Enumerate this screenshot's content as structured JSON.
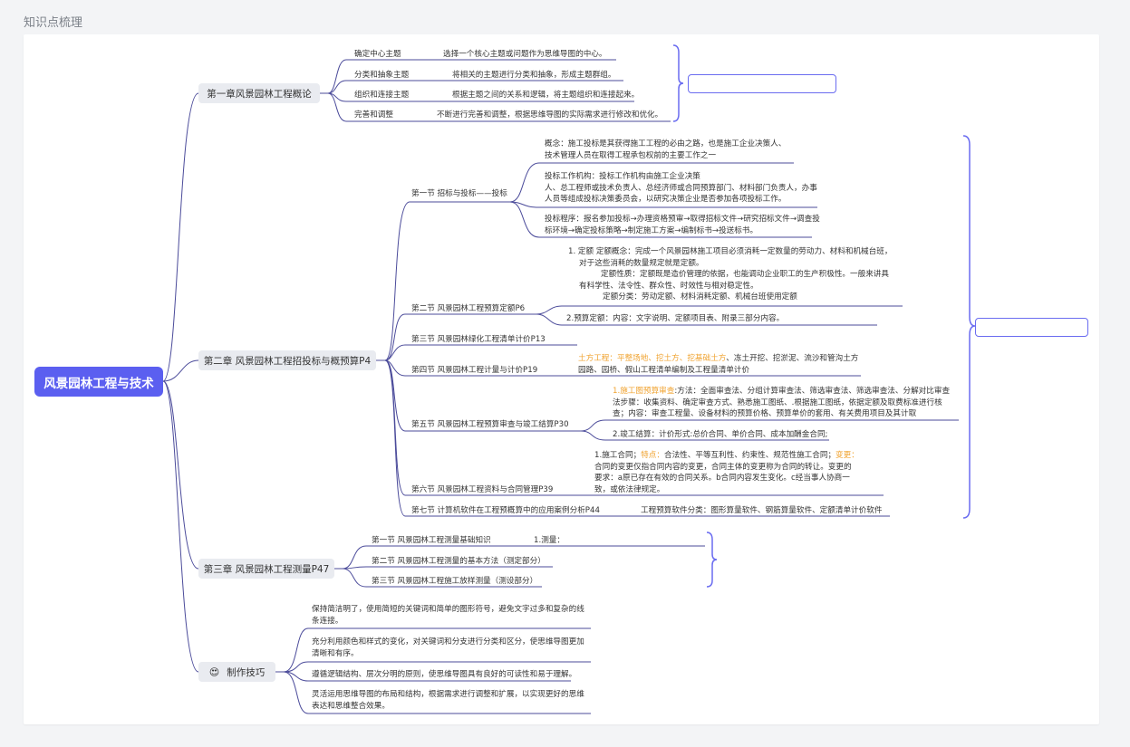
{
  "page_title": "知识点梳理",
  "root": "风景园林工程与技术",
  "colors": {
    "root_bg": "#5b5ff0",
    "line": "#4b4b9a",
    "bracket": "#6a6cf0",
    "accent": "#f0a330"
  },
  "chapter1": {
    "title": "第一章风景园林工程概论",
    "items": [
      {
        "label": "确定中心主题",
        "desc": "选择一个核心主题或问题作为思维导图的中心。"
      },
      {
        "label": "分类和抽象主题",
        "desc": "将相关的主题进行分类和抽象，形成主题群组。"
      },
      {
        "label": "组织和连接主题",
        "desc": "根据主题之间的关系和逻辑，将主题组织和连接起来。"
      },
      {
        "label": "完善和调整",
        "desc": "不断进行完善和调整，根据思维导图的实际需求进行修改和优化。"
      }
    ]
  },
  "chapter2": {
    "title": "第二章 风景园林工程招投标与概预算P4",
    "sec1": {
      "title": "第一节 招标与投标——投标",
      "concept": [
        "概念：施工投标是其获得施工工程的必由之路，也是施工企业决策人、",
        "技术管理人员在取得工程承包权前的主要工作之一"
      ],
      "org": [
        "投标工作机构：投标工作机构由施工企业决策",
        "人、总工程师或技术负责人、总经济师或合同预算部门、材料部门负责人，办事",
        "人员等组成投标决策委员会，以研究决策企业是否参加各项投标工作。"
      ],
      "proc": [
        "投标程序：报名参加投标→办理资格预审→取得招标文件→研究招标文件→调查投",
        "标环境→确定投标策略→制定施工方案→编制标书→投送标书。"
      ]
    },
    "sec2": {
      "title": "第二节 风景园林工程预算定额P6",
      "quota": [
        "1.  定额  定额概念：完成一个风景园林施工项目必须消耗一定数量的劳动力、材料和机械台班，",
        "对于这些消耗的数量规定就是定额。",
        "定额性质：定额既是造价管理的依据，也能调动企业职工的生产积极性。一般来讲具",
        "有科学性、法令性、群众性、时效性与相对稳定性。",
        "定额分类：劳动定额、材料消耗定额、机械台班使用定额"
      ],
      "budget": "2.预算定额：内容：文字说明、定额项目表、附录三部分内容。"
    },
    "sec3": {
      "title": "第三节 风景园林绿化工程清单计价P13"
    },
    "sec4": {
      "title": "第四节 风景园林工程计量与计价P19",
      "line1_orange": "土方工程：平整场地、挖土方、挖基础土方",
      "line1_rest": "、冻土开挖、挖淤泥、流沙和管沟土方",
      "line2": "园路、园桥、假山工程清单编制及工程量清单计价"
    },
    "sec5": {
      "title": "第五节 风景园林工程预算审查与竣工结算P30",
      "review_orange": "1.施工图预算审查",
      "review_rest": ":方法：全面审查法、分组计算审查法、筛选审查法、筛选审查法、分解对比审查",
      "review_lines": [
        "法步骤：收集资料、确定审查方式、熟悉施工图纸、.根据施工图纸，依据定额及取费标准进行核",
        "查；内容：审查工程量、设备材料的预算价格、预算单价的套用、有关费用项目及其计取"
      ],
      "settle": "2.竣工结算：计价形式:总价合同、单价合同、成本加酬金合同;"
    },
    "sec6": {
      "title": "第六节 风景园林工程资料与合同管理P39",
      "c1": "1.施工合同；",
      "c2": "特点：",
      "c3": "合法性、平等互利性、约束性、规范性施工合同；",
      "c4": "变更：",
      "lines": [
        "合同的变更仅指合同内容的变更，合同主体的变更称为合同的转让。变更的",
        "要求：a原已存在有效的合同关系。b合同内容发生变化。c经当事人协商一",
        "致，或依法律规定。"
      ]
    },
    "sec7": {
      "title": "第七节 计算机软件在工程预概算中的应用案例分析P44",
      "desc": "工程预算软件分类：图形算量软件、钢筋算量软件、定额清单计价软件"
    }
  },
  "chapter3": {
    "title": "第三章 风景园林工程测量P47",
    "items": [
      {
        "label": "第一节 风景园林工程测量基础知识",
        "desc": "1.测量："
      },
      {
        "label": "第二节 风景园林工程测量的基本方法（测定部分）"
      },
      {
        "label": "第三节 风景园林工程施工放样测量（测设部分）"
      }
    ]
  },
  "tips": {
    "emoji": "😍",
    "title": "制作技巧",
    "items": [
      [
        "保持简洁明了，使用简短的关键词和简单的图形符号，避免文字过多和复杂的线",
        "条连接。"
      ],
      [
        "充分利用颜色和样式的变化，对关键词和分支进行分类和区分，使思维导图更加",
        "清晰和有序。"
      ],
      [
        "遵循逻辑结构、层次分明的原则，使思维导图具有良好的可读性和易于理解。"
      ],
      [
        "灵活运用思维导图的布局和结构，根据需求进行调整和扩展，以实现更好的思维",
        "表达和思维整合效果。"
      ]
    ]
  }
}
